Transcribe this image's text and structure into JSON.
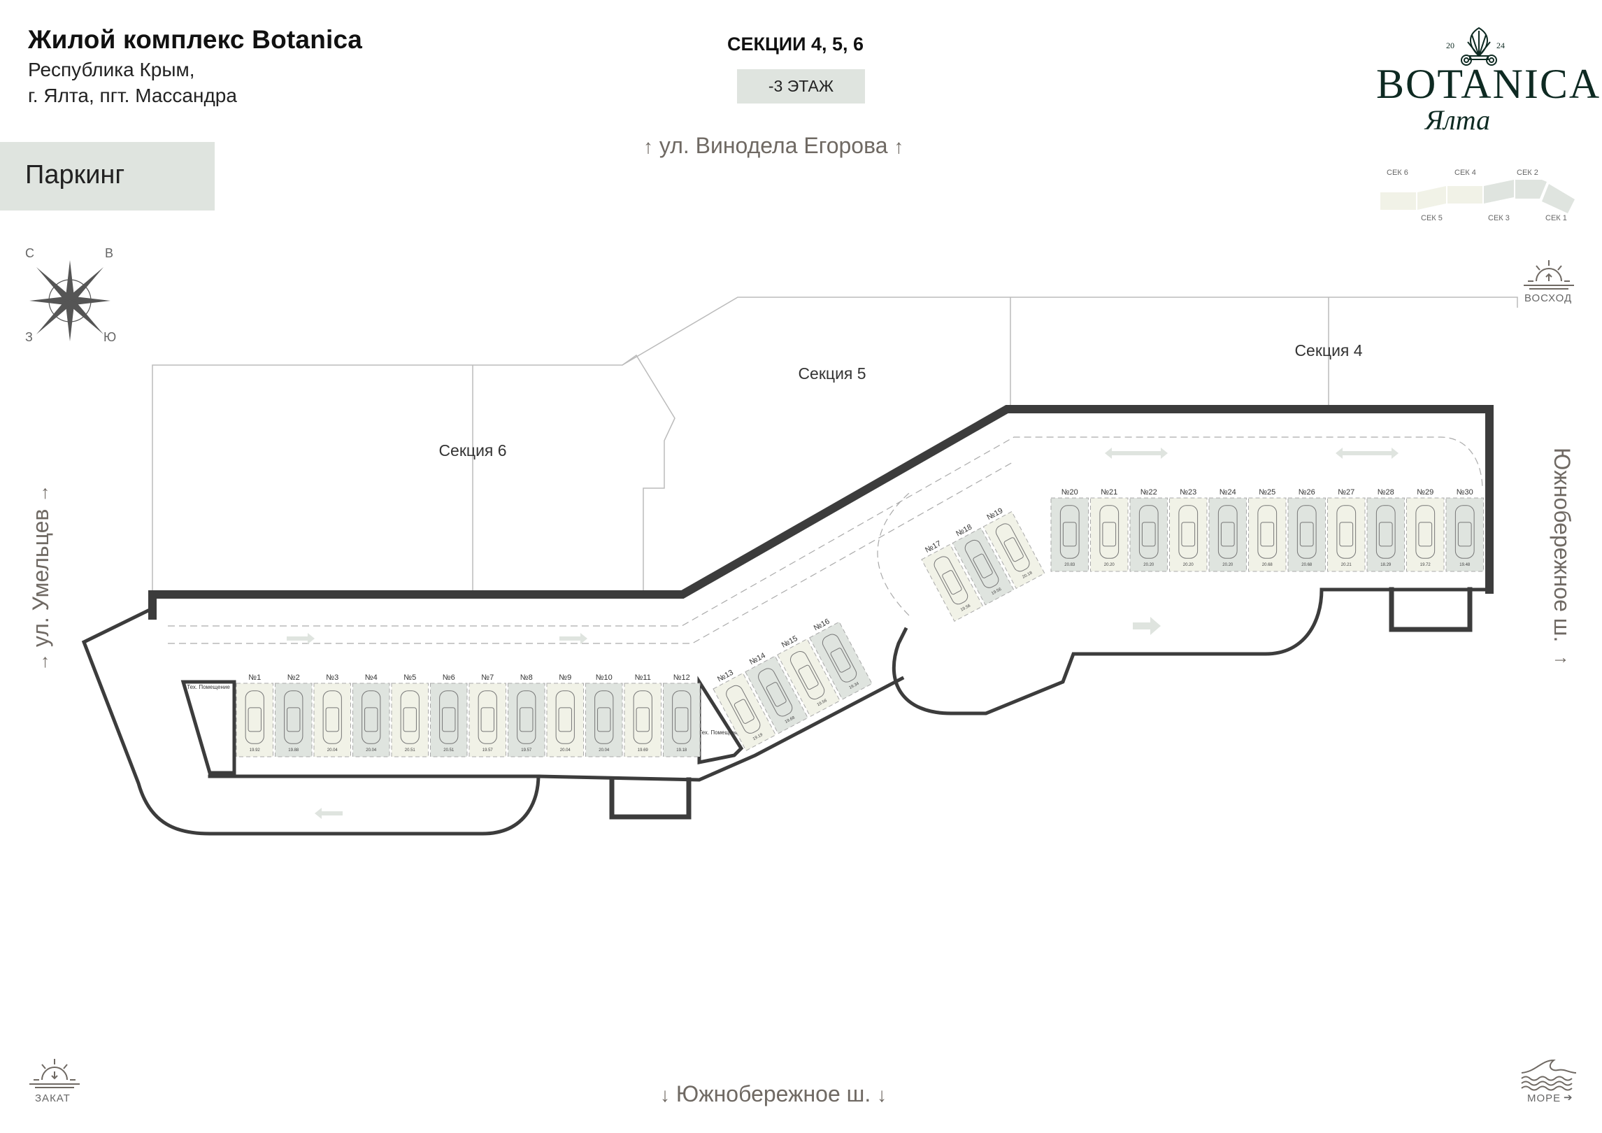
{
  "header": {
    "title": "Жилой комплекс Botanica",
    "address_line1": "Республика Крым,",
    "address_line2": "г. Ялта, пгт. Массандра",
    "category": "Паркинг",
    "sections_title": "СЕКЦИИ 4, 5, 6",
    "floor": "-3 ЭТАЖ"
  },
  "logo": {
    "name": "BOTANICA",
    "city": "Ялта",
    "year_left": "20",
    "year_right": "24"
  },
  "minimap": {
    "sections": [
      {
        "label": "СЕК 6",
        "highlighted": true
      },
      {
        "label": "СЕК 5",
        "highlighted": true
      },
      {
        "label": "СЕК 4",
        "highlighted": true
      },
      {
        "label": "СЕК 3",
        "highlighted": false
      },
      {
        "label": "СЕК 2",
        "highlighted": false
      },
      {
        "label": "СЕК 1",
        "highlighted": false
      }
    ]
  },
  "streets": {
    "top": "ул. Винодела Егорова",
    "bottom": "Южнобережное ш.",
    "left": "ул. Умельцев",
    "right": "Южнобережное ш."
  },
  "compass": {
    "n": "С",
    "e": "В",
    "s": "Ю",
    "w": "З"
  },
  "orientation": {
    "sunrise": "ВОСХОД",
    "sunset": "ЗАКАТ",
    "sea": "МОРЕ"
  },
  "plan": {
    "section_labels": [
      "Секция 6",
      "Секция 5",
      "Секция 4"
    ],
    "tech_room_label": "Тех. Помещение",
    "colors": {
      "light": "#f1f2e7",
      "green": "#dfe4df",
      "wall": "#3c3c3c"
    },
    "spots": [
      {
        "no": "№1",
        "area": "19.92",
        "tone": "light"
      },
      {
        "no": "№2",
        "area": "19.88",
        "tone": "green"
      },
      {
        "no": "№3",
        "area": "20.04",
        "tone": "light"
      },
      {
        "no": "№4",
        "area": "20.04",
        "tone": "green"
      },
      {
        "no": "№5",
        "area": "20.51",
        "tone": "light"
      },
      {
        "no": "№6",
        "area": "20.51",
        "tone": "green"
      },
      {
        "no": "№7",
        "area": "19.57",
        "tone": "light"
      },
      {
        "no": "№8",
        "area": "19.57",
        "tone": "green"
      },
      {
        "no": "№9",
        "area": "20.04",
        "tone": "light"
      },
      {
        "no": "№10",
        "area": "20.04",
        "tone": "green"
      },
      {
        "no": "№11",
        "area": "19.69",
        "tone": "light"
      },
      {
        "no": "№12",
        "area": "19.18",
        "tone": "green"
      },
      {
        "no": "№13",
        "area": "19.19",
        "tone": "light"
      },
      {
        "no": "№14",
        "area": "19.68",
        "tone": "green"
      },
      {
        "no": "№15",
        "area": "19.56",
        "tone": "light"
      },
      {
        "no": "№16",
        "area": "19.34",
        "tone": "green"
      },
      {
        "no": "№17",
        "area": "19.56",
        "tone": "light"
      },
      {
        "no": "№18",
        "area": "19.56",
        "tone": "green"
      },
      {
        "no": "№19",
        "area": "20.18",
        "tone": "light"
      },
      {
        "no": "№20",
        "area": "20.83",
        "tone": "green"
      },
      {
        "no": "№21",
        "area": "20.20",
        "tone": "light"
      },
      {
        "no": "№22",
        "area": "20.20",
        "tone": "green"
      },
      {
        "no": "№23",
        "area": "20.20",
        "tone": "light"
      },
      {
        "no": "№24",
        "area": "20.20",
        "tone": "green"
      },
      {
        "no": "№25",
        "area": "20.68",
        "tone": "light"
      },
      {
        "no": "№26",
        "area": "20.68",
        "tone": "green"
      },
      {
        "no": "№27",
        "area": "20.21",
        "tone": "light"
      },
      {
        "no": "№28",
        "area": "18.29",
        "tone": "green"
      },
      {
        "no": "№29",
        "area": "19.72",
        "tone": "light"
      },
      {
        "no": "№30",
        "area": "19.48",
        "tone": "green"
      }
    ]
  }
}
